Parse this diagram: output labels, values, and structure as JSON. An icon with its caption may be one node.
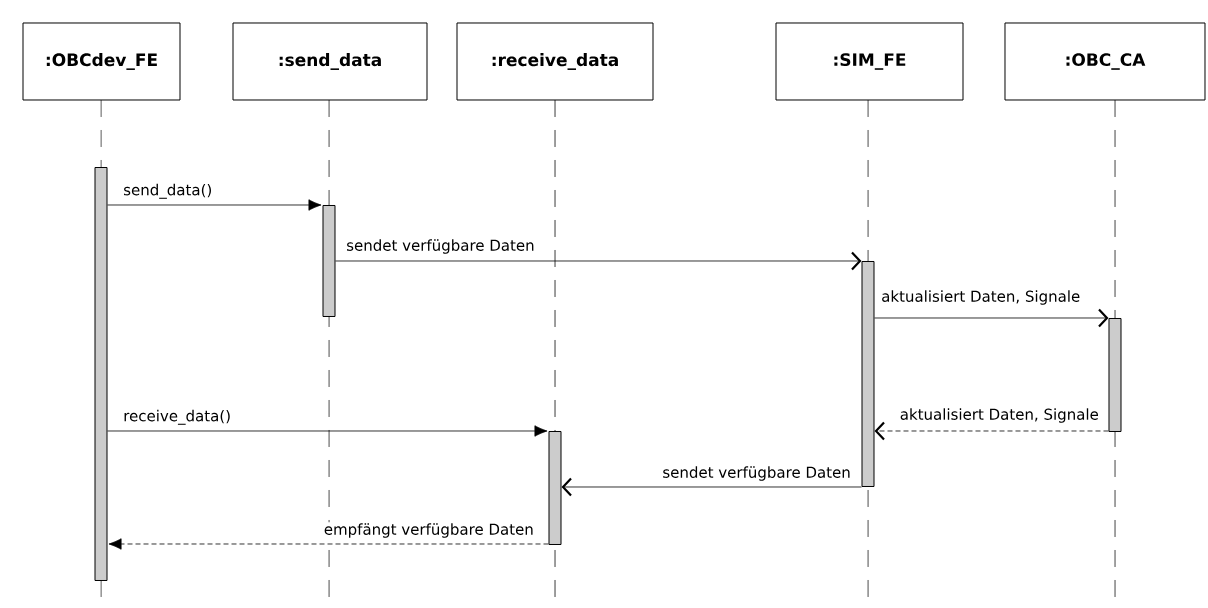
{
  "diagram": {
    "nodes": [
      {
        "text": [
          ":OBCdev_FE"
        ]
      },
      {
        "text": [
          ":send_data"
        ]
      },
      {
        "text": [
          ":receive_data"
        ]
      },
      {
        "text": [
          ":SIM_FE"
        ]
      },
      {
        "text": [
          ":OBC_CA"
        ]
      },
      {
        "text": [],
        "shape": "bar"
      },
      {
        "text": [],
        "shape": "bar"
      },
      {
        "text": [],
        "shape": "bar"
      },
      {
        "text": [],
        "shape": "bar"
      },
      {
        "text": [],
        "shape": "bar"
      }
    ],
    "edges": [
      {
        "from": 5,
        "to": 6,
        "arrow": "to",
        "label": "send_data()"
      },
      {
        "from": 6,
        "to": 8,
        "arrow": "to",
        "label": "sendet verfügbare Daten"
      },
      {
        "from": 8,
        "to": 9,
        "arrow": "to",
        "label": "aktualisiert Daten, Signale"
      },
      {
        "from": 5,
        "to": 7,
        "arrow": "to",
        "label": "receive_data()"
      },
      {
        "from": 9,
        "to": 8,
        "arrow": "to",
        "label": "aktualisiert Daten, Signale",
        "style": "dashed"
      },
      {
        "from": 8,
        "to": 7,
        "arrow": "to",
        "label": "sendet verfügbare Daten"
      },
      {
        "from": 7,
        "to": 5,
        "arrow": "to",
        "label": "empfängt verfügbare Daten",
        "style": "dashed"
      }
    ]
  }
}
